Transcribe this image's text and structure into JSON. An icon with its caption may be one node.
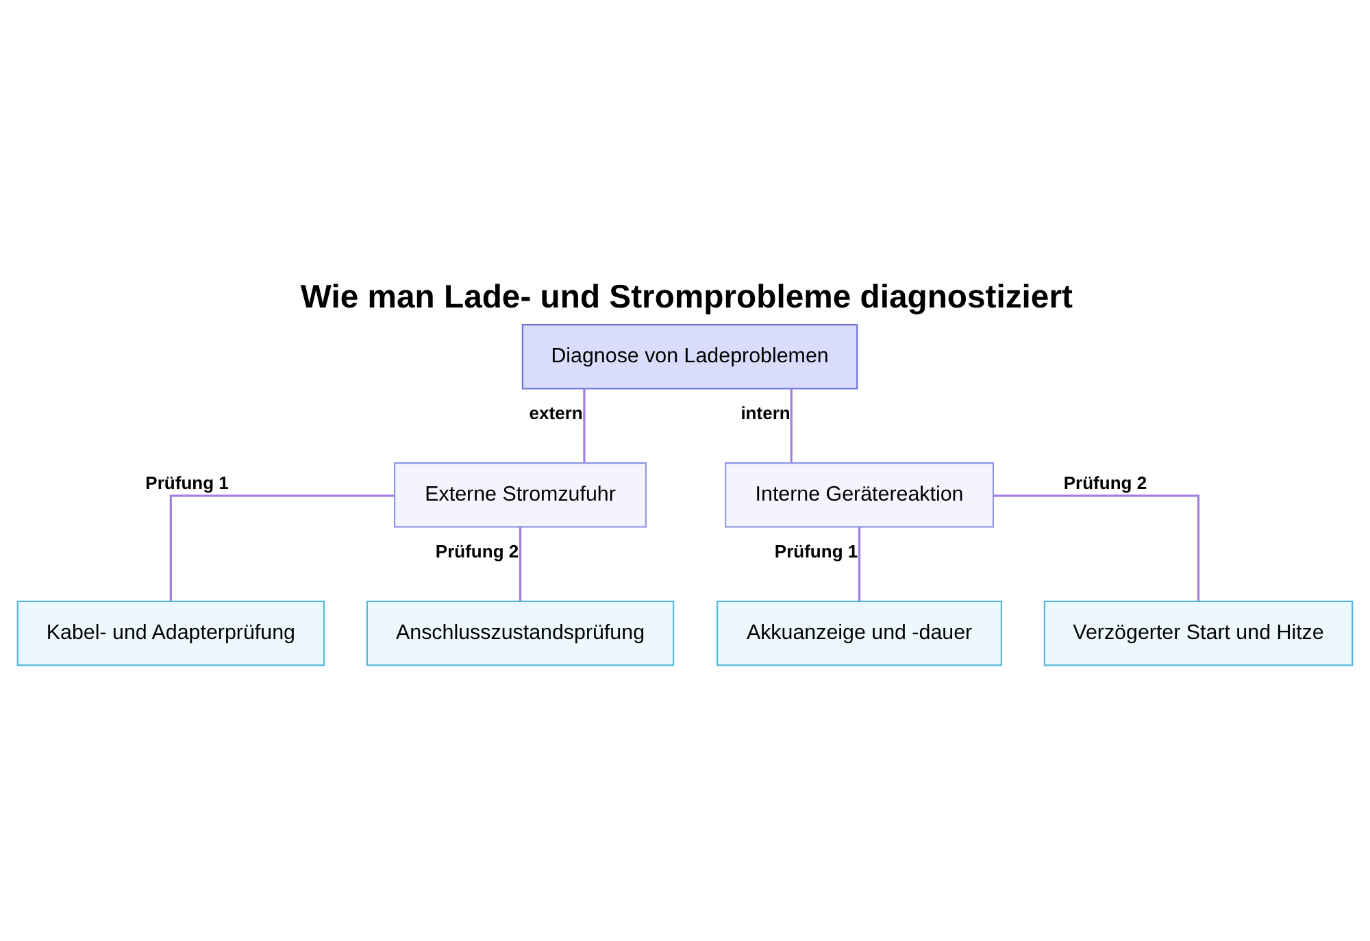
{
  "diagram": {
    "title": "Wie man Lade- und Stromprobleme diagnostiziert",
    "nodes": [
      {
        "text": [
          "Diagnose von Ladeproblemen"
        ]
      },
      {
        "text": [
          "Externe Stromzufuhr"
        ]
      },
      {
        "text": [
          "Interne Gerätereaktion"
        ]
      },
      {
        "text": [
          "Kabel- und Adapterprüfung"
        ]
      },
      {
        "text": [
          "Anschlusszustandsprüfung"
        ]
      },
      {
        "text": [
          "Akkuanzeige und -dauer"
        ]
      },
      {
        "text": [
          "Verzögerter Start und Hitze"
        ]
      }
    ],
    "edges": [
      {
        "from": 0,
        "to": 1,
        "arrow": "none",
        "label": "extern"
      },
      {
        "from": 0,
        "to": 2,
        "arrow": "none",
        "label": "intern"
      },
      {
        "from": 1,
        "to": 3,
        "arrow": "none",
        "label": "Prüfung 1"
      },
      {
        "from": 1,
        "to": 4,
        "arrow": "none",
        "label": "Prüfung 2"
      },
      {
        "from": 2,
        "to": 5,
        "arrow": "none",
        "label": "Prüfung 1"
      },
      {
        "from": 2,
        "to": 6,
        "arrow": "none",
        "label": "Prüfung 2"
      }
    ]
  }
}
